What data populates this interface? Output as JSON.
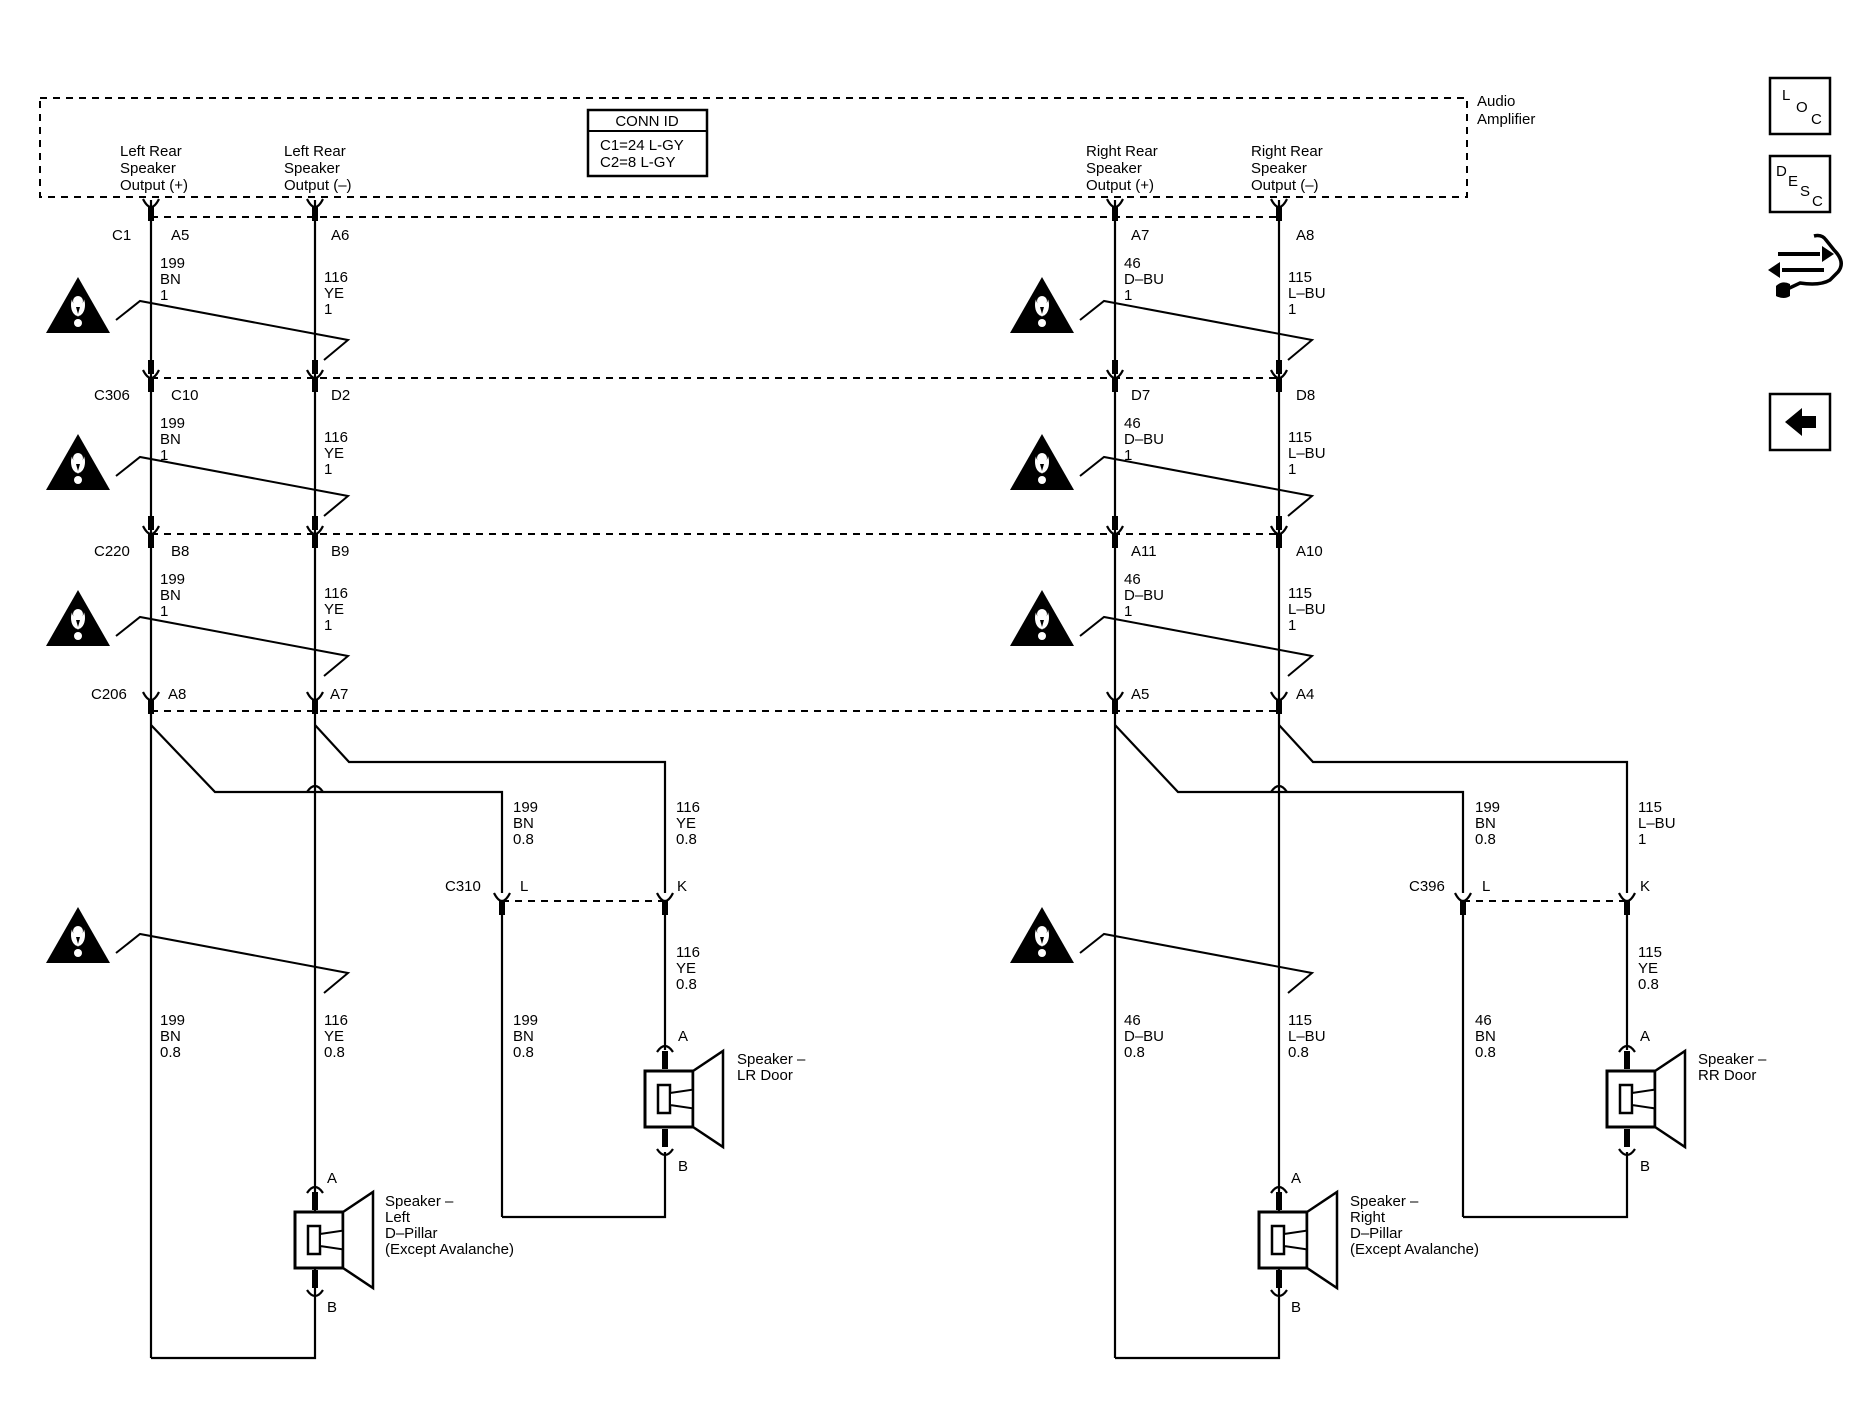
{
  "module": {
    "name_line1": "Audio",
    "name_line2": "Amplifier"
  },
  "conn_id": {
    "title": "CONN ID",
    "line1": "C1=24 L-GY",
    "line2": "C2=8 L-GY"
  },
  "outputs": [
    {
      "l1": "Left Rear",
      "l2": "Speaker",
      "l3": "Output (+)"
    },
    {
      "l1": "Left Rear",
      "l2": "Speaker",
      "l3": "Output (–)"
    },
    {
      "l1": "Right Rear",
      "l2": "Speaker",
      "l3": "Output (+)"
    },
    {
      "l1": "Right Rear",
      "l2": "Speaker",
      "l3": "Output (–)"
    }
  ],
  "connectors": [
    {
      "name": "C1",
      "pins": [
        "A5",
        "A6",
        "A7",
        "A8"
      ]
    },
    {
      "name": "C306",
      "pins": [
        "C10",
        "D2",
        "D7",
        "D8"
      ]
    },
    {
      "name": "C220",
      "pins": [
        "B8",
        "B9",
        "A11",
        "A10"
      ]
    },
    {
      "name": "C206",
      "pins": [
        "A8",
        "A7",
        "A5",
        "A4"
      ]
    }
  ],
  "trunk_wires": [
    {
      "circuit": "199",
      "color": "BN",
      "gauge": "1"
    },
    {
      "circuit": "116",
      "color": "YE",
      "gauge": "1"
    },
    {
      "circuit": "46",
      "color": "D–BU",
      "gauge": "1"
    },
    {
      "circuit": "115",
      "color": "L–BU",
      "gauge": "1"
    }
  ],
  "pillar_wires": [
    {
      "circuit": "199",
      "color": "BN",
      "gauge": "0.8"
    },
    {
      "circuit": "116",
      "color": "YE",
      "gauge": "0.8"
    },
    {
      "circuit": "46",
      "color": "D–BU",
      "gauge": "0.8"
    },
    {
      "circuit": "115",
      "color": "L–BU",
      "gauge": "0.8"
    }
  ],
  "left_door": {
    "connector": "C310",
    "pin_a": "L",
    "pin_b": "K",
    "wire_a_top": {
      "circuit": "199",
      "color": "BN",
      "gauge": "0.8"
    },
    "wire_b_top": {
      "circuit": "116",
      "color": "YE",
      "gauge": "0.8"
    },
    "wire_a_bottom": {
      "circuit": "199",
      "color": "BN",
      "gauge": "0.8"
    },
    "wire_b_bottom": {
      "circuit": "116",
      "color": "YE",
      "gauge": "0.8"
    }
  },
  "right_door": {
    "connector": "C396",
    "pin_a": "L",
    "pin_b": "K",
    "wire_a_top": {
      "circuit": "199",
      "color": "BN",
      "gauge": "0.8"
    },
    "wire_b_top": {
      "circuit": "115",
      "color": "L–BU",
      "gauge": "1"
    },
    "wire_a_bottom": {
      "circuit": "46",
      "color": "BN",
      "gauge": "0.8"
    },
    "wire_b_bottom": {
      "circuit": "115",
      "color": "YE",
      "gauge": "0.8"
    }
  },
  "speakers": {
    "left_pillar": {
      "l1": "Speaker –",
      "l2": "Left",
      "l3": "D–Pillar",
      "l4": "(Except Avalanche)",
      "pin_a": "A",
      "pin_b": "B"
    },
    "lr_door": {
      "l1": "Speaker –",
      "l2": "LR Door",
      "pin_a": "A",
      "pin_b": "B"
    },
    "right_pillar": {
      "l1": "Speaker –",
      "l2": "Right",
      "l3": "D–Pillar",
      "l4": "(Except Avalanche)",
      "pin_a": "A",
      "pin_b": "B"
    },
    "rr_door": {
      "l1": "Speaker –",
      "l2": "RR Door",
      "pin_a": "A",
      "pin_b": "B"
    }
  },
  "side_buttons": {
    "loc": {
      "c1": "L",
      "c2": "O",
      "c3": "C",
      "icon": "loc-icon"
    },
    "desc": {
      "c1": "D",
      "c2": "E",
      "c3": "S",
      "c4": "C",
      "icon": "desc-icon"
    },
    "connector_view_icon": "connector-wrench-icon",
    "back_icon": "back-arrow-icon"
  }
}
